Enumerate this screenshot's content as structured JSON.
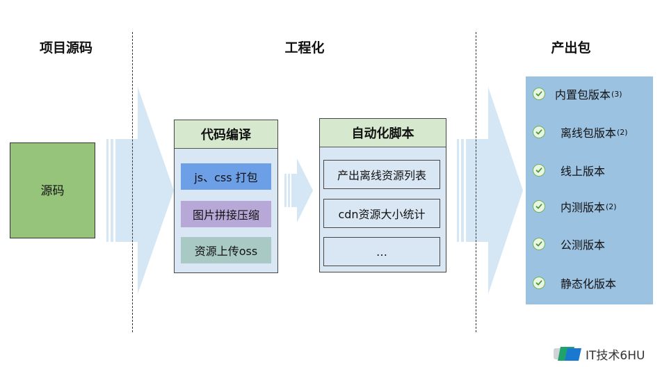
{
  "headers": {
    "source": "项目源码",
    "engineering": "工程化",
    "output": "产出包"
  },
  "source_box": {
    "label": "源码"
  },
  "compile": {
    "title": "代码编译",
    "items": [
      "js、css 打包",
      "图片拼接压缩",
      "资源上传oss"
    ]
  },
  "automation": {
    "title": "自动化脚本",
    "items": [
      "产出离线资源列表",
      "cdn资源大小统计",
      "…"
    ]
  },
  "outputs": [
    {
      "label": "内置包版本",
      "note": "(3)"
    },
    {
      "label": "离线包版本",
      "note": "(2)"
    },
    {
      "label": "线上版本",
      "note": ""
    },
    {
      "label": "内测版本",
      "note": "(2)"
    },
    {
      "label": "公测版本",
      "note": ""
    },
    {
      "label": "静态化版本",
      "note": ""
    }
  ],
  "watermark": {
    "text": "IT技术6HU"
  },
  "colors": {
    "arrow": "#d5e6f4",
    "source_fill": "#95c47a",
    "compile_item_1": "#6d9fe6",
    "compile_item_2": "#b8a8d8",
    "compile_item_3": "#a9c9c5",
    "output_panel": "#9cc2e2",
    "check": "#6fb35b"
  }
}
